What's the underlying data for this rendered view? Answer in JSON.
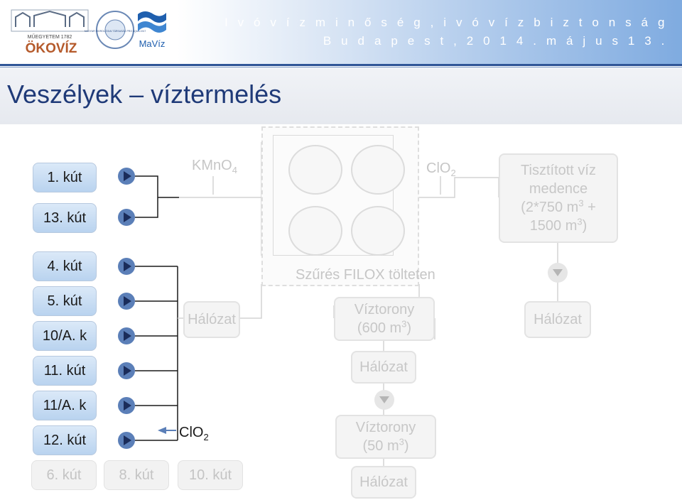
{
  "header": {
    "logo_muegyetem_text": "MŰEGYETEM 1782",
    "logo_okoviz_text": "ÖKOVÍZ",
    "logo_mhT_text": "MAGYAR HIDROLÓGIAI TÁRSASÁG PRO AQUA 1917",
    "logo_maviz_text": "MaVíz",
    "conference_line1": "I v ó v í z m i n ő s é g ,  i v ó v í z b i z t o n s á g",
    "conference_line2": "B u d a p e s t ,  2 0 1 4 .  m á j u s  1 3 ."
  },
  "title": "Veszélyek – víztermelés",
  "wells": [
    {
      "label": "1. kút"
    },
    {
      "label": "13. kút"
    },
    {
      "label": "4. kút"
    },
    {
      "label": "5. kút"
    },
    {
      "label": "10/A. k"
    },
    {
      "label": "11. kút"
    },
    {
      "label": "11/A. k"
    },
    {
      "label": "12. kút"
    }
  ],
  "inactive_wells": [
    {
      "label": "6. kút"
    },
    {
      "label": "8. kút"
    },
    {
      "label": "10. kút"
    }
  ],
  "dosing": {
    "kmno4": {
      "text": "KMnO",
      "sub": "4"
    },
    "clo2_top": {
      "text": "ClO",
      "sub": "2"
    },
    "clo2_bottom": {
      "text": "ClO",
      "sub": "2"
    }
  },
  "filtration_label": "Szűrés FILOX tölteten",
  "basin": {
    "line1": "Tisztított víz",
    "line2": "medence",
    "line3_pre": "(2*750 m",
    "line3_sup": "3",
    "line3_post": " +",
    "line4_pre": "1500 m",
    "line4_sup": "3",
    "line4_post": ")"
  },
  "network_labels": {
    "left": "Hálózat",
    "right": "Hálózat",
    "mid": "Hálózat",
    "bottom": "Hálózat"
  },
  "tower_large": {
    "line1": "Víztorony",
    "line2_pre": "(600 m",
    "line2_sup": "3",
    "line2_post": ")"
  },
  "tower_small": {
    "line1": "Víztorony",
    "line2_pre": "(50 m",
    "line2_sup": "3",
    "line2_post": ")"
  }
}
